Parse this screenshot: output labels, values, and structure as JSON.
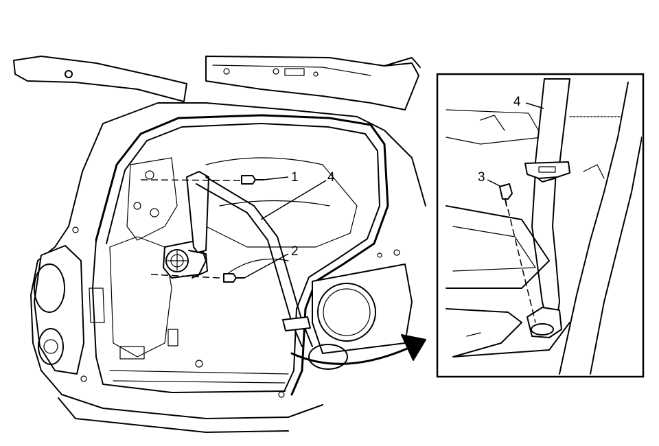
{
  "callouts": [
    {
      "id": "1",
      "text": "1"
    },
    {
      "id": "2",
      "text": "2"
    },
    {
      "id": "3",
      "text": "3"
    },
    {
      "id": "4-main",
      "text": "4"
    },
    {
      "id": "4-inset",
      "text": "4"
    }
  ]
}
